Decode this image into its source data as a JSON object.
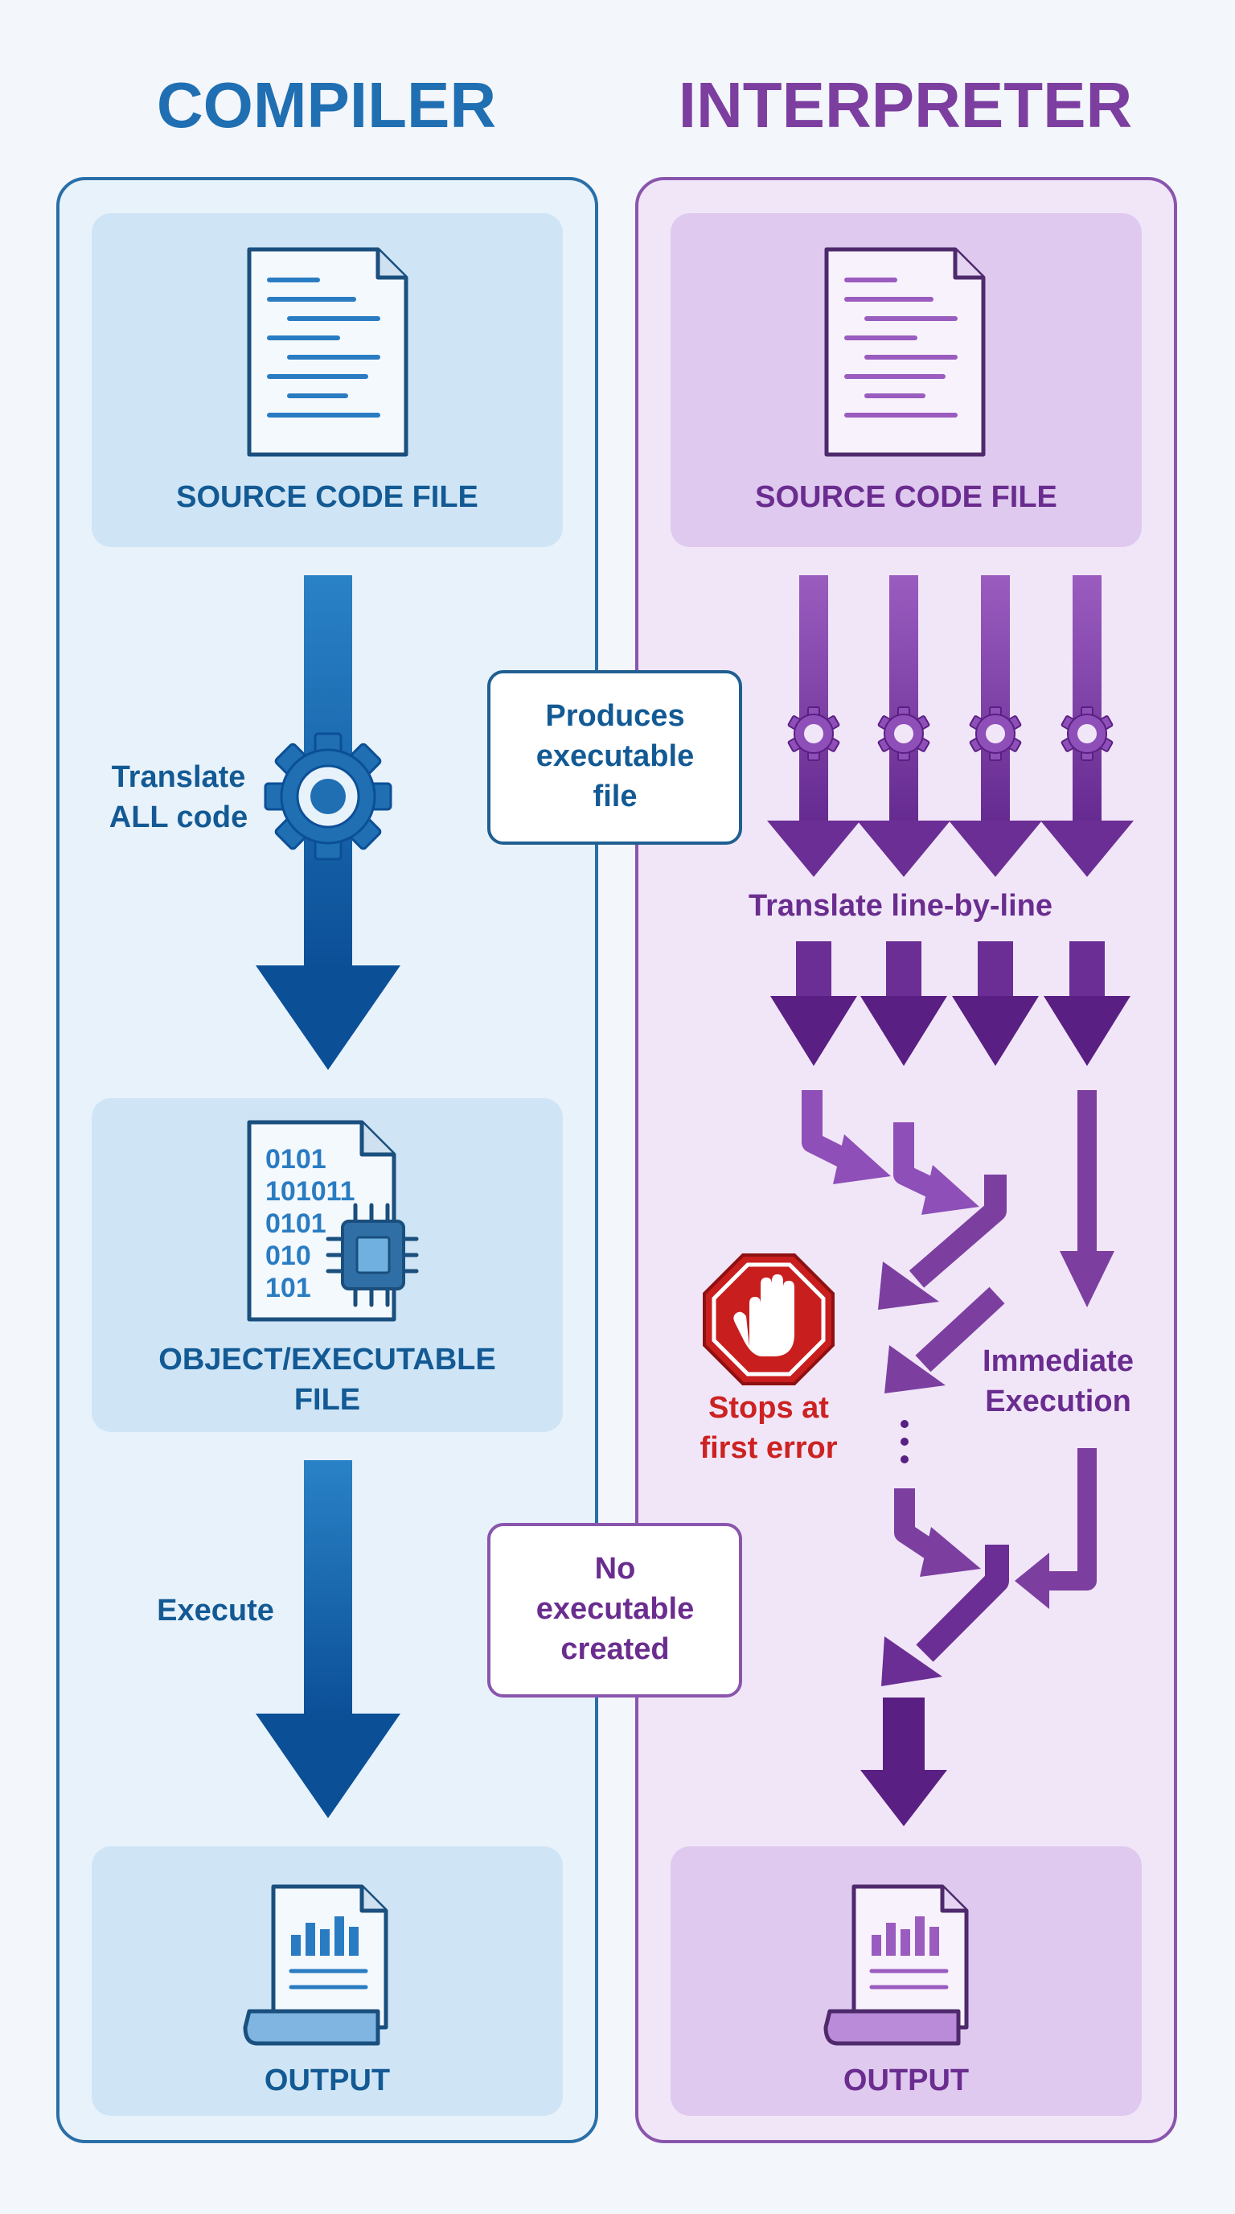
{
  "colors": {
    "compiler_accent": "#1f6fb2",
    "compiler_dark": "#0b4f97",
    "compiler_text": "#135a94",
    "compiler_panel": "#e8f2fb",
    "compiler_box": "#cfe5f6",
    "interpreter_accent": "#7c3fa0",
    "interpreter_dark": "#5a1f82",
    "interpreter_text": "#6a2d8f",
    "interpreter_panel": "#f1e6f8",
    "interpreter_box": "#dfc9ef",
    "error_red": "#cc2222"
  },
  "compiler": {
    "title": "COMPILER",
    "source_label": "SOURCE CODE FILE",
    "translate_line1": "Translate",
    "translate_line2": "ALL code",
    "object_line1": "OBJECT/EXECUTABLE",
    "object_line2": "FILE",
    "binary_lines": [
      "0101",
      "101011",
      "0101",
      "010",
      "101"
    ],
    "execute_label": "Execute",
    "output_label": "OUTPUT",
    "icons": [
      "document-icon",
      "gear-icon",
      "binary-file-icon",
      "chip-icon",
      "chart-document-icon"
    ]
  },
  "interpreter": {
    "title": "INTERPRETER",
    "source_label": "SOURCE CODE FILE",
    "translate_label": "Translate line-by-line",
    "error_line1": "Stops at",
    "error_line2": "first error",
    "immediate_line1": "Immediate",
    "immediate_line2": "Execution",
    "output_label": "OUTPUT",
    "icons": [
      "document-icon",
      "gear-icon",
      "stop-hand-icon",
      "chart-document-icon"
    ]
  },
  "callouts": {
    "produces_line1": "Produces",
    "produces_line2": "executable",
    "produces_line3": "file",
    "no_exec_line1": "No",
    "no_exec_line2": "executable",
    "no_exec_line3": "created"
  }
}
